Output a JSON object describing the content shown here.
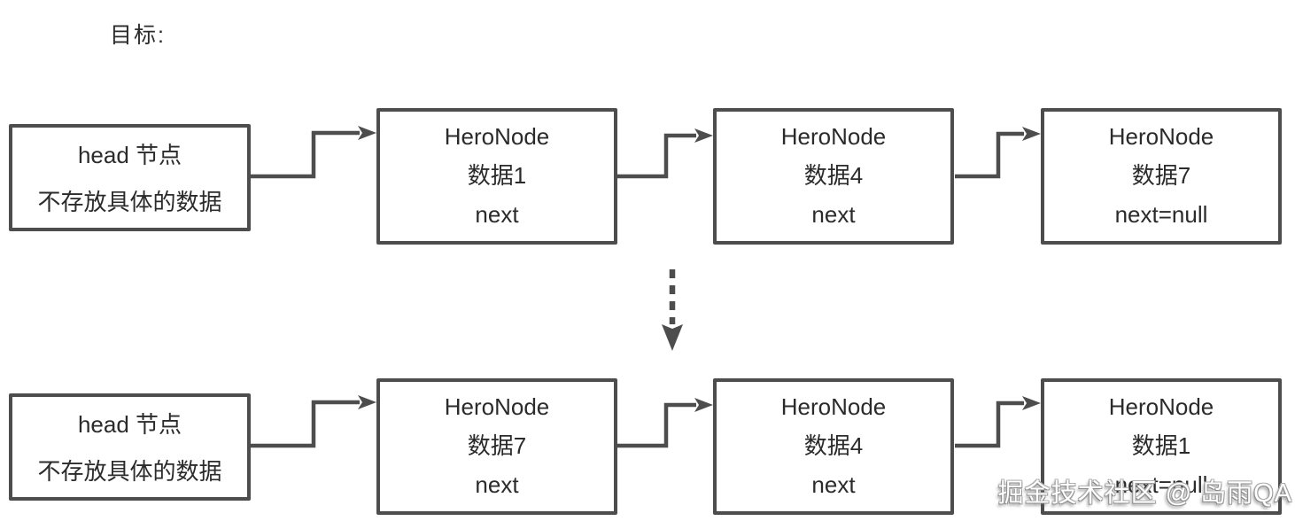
{
  "title": "目标:",
  "colors": {
    "line": "#4d4d4d",
    "text": "#2b2b2b",
    "background": "#ffffff",
    "watermark_text": "#ffffff"
  },
  "lists": {
    "before": {
      "head": {
        "line1": "head 节点",
        "line2": "不存放具体的数据"
      },
      "nodes": [
        {
          "class_name": "HeroNode",
          "data": "数据1",
          "pointer": "next"
        },
        {
          "class_name": "HeroNode",
          "data": "数据4",
          "pointer": "next"
        },
        {
          "class_name": "HeroNode",
          "data": "数据7",
          "pointer": "next=null"
        }
      ]
    },
    "after": {
      "head": {
        "line1": "head 节点",
        "line2": "不存放具体的数据"
      },
      "nodes": [
        {
          "class_name": "HeroNode",
          "data": "数据7",
          "pointer": "next"
        },
        {
          "class_name": "HeroNode",
          "data": "数据4",
          "pointer": "next"
        },
        {
          "class_name": "HeroNode",
          "data": "数据1",
          "pointer": "next=null"
        }
      ]
    }
  },
  "watermark": "掘金技术社区 @ 岛雨QA"
}
